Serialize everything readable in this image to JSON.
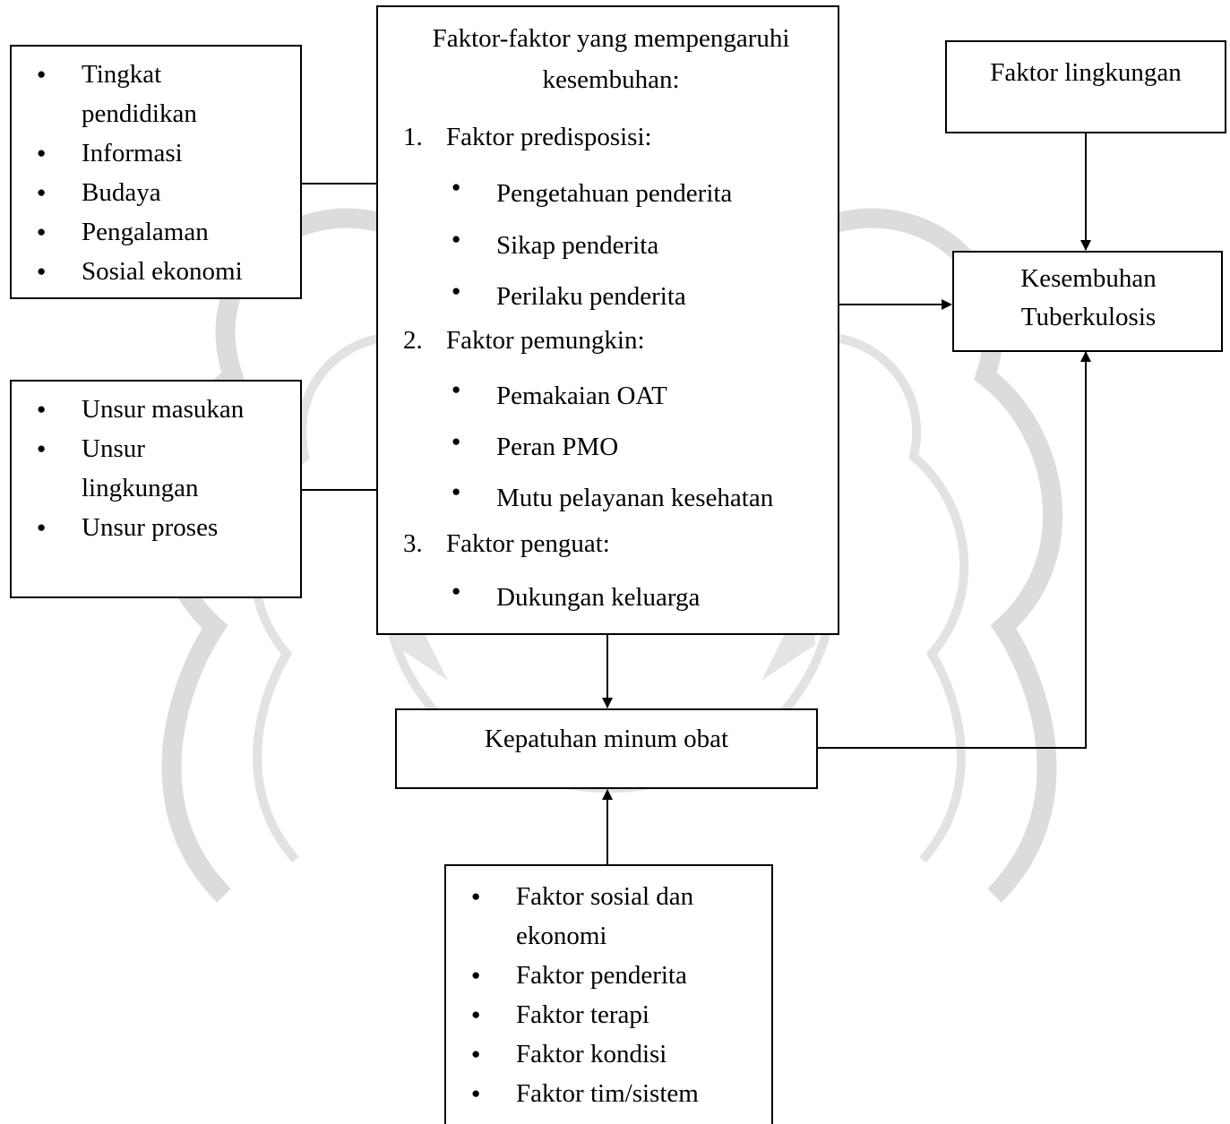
{
  "left_top_box": {
    "items": [
      "Tingkat pendidikan",
      "Informasi",
      "Budaya",
      "Pengalaman",
      "Sosial ekonomi"
    ]
  },
  "left_mid_box": {
    "items": [
      "Unsur masukan",
      "Unsur lingkungan",
      "Unsur proses"
    ]
  },
  "center_box": {
    "title": "Faktor-faktor yang mempengaruhi kesembuhan:",
    "groups": [
      {
        "number": "1.",
        "label": "Faktor predisposisi:",
        "items": [
          "Pengetahuan penderita",
          "Sikap penderita",
          "Perilaku penderita"
        ]
      },
      {
        "number": "2.",
        "label": "Faktor pemungkin:",
        "items": [
          "Pemakaian OAT",
          "Peran PMO",
          "Mutu pelayanan kesehatan"
        ]
      },
      {
        "number": "3.",
        "label": "Faktor penguat:",
        "items": [
          "Dukungan keluarga"
        ]
      }
    ]
  },
  "env_box": {
    "label": "Faktor lingkungan"
  },
  "outcome_box": {
    "label": "Kesembuhan Tuberkulosis"
  },
  "compliance_box": {
    "label": "Kepatuhan minum obat"
  },
  "bottom_box": {
    "items": [
      "Faktor sosial dan ekonomi",
      "Faktor penderita",
      "Faktor terapi",
      "Faktor kondisi",
      "Faktor tim/sistem"
    ]
  },
  "colors": {
    "line": "#000000",
    "watermark": "#d6d6d6"
  }
}
